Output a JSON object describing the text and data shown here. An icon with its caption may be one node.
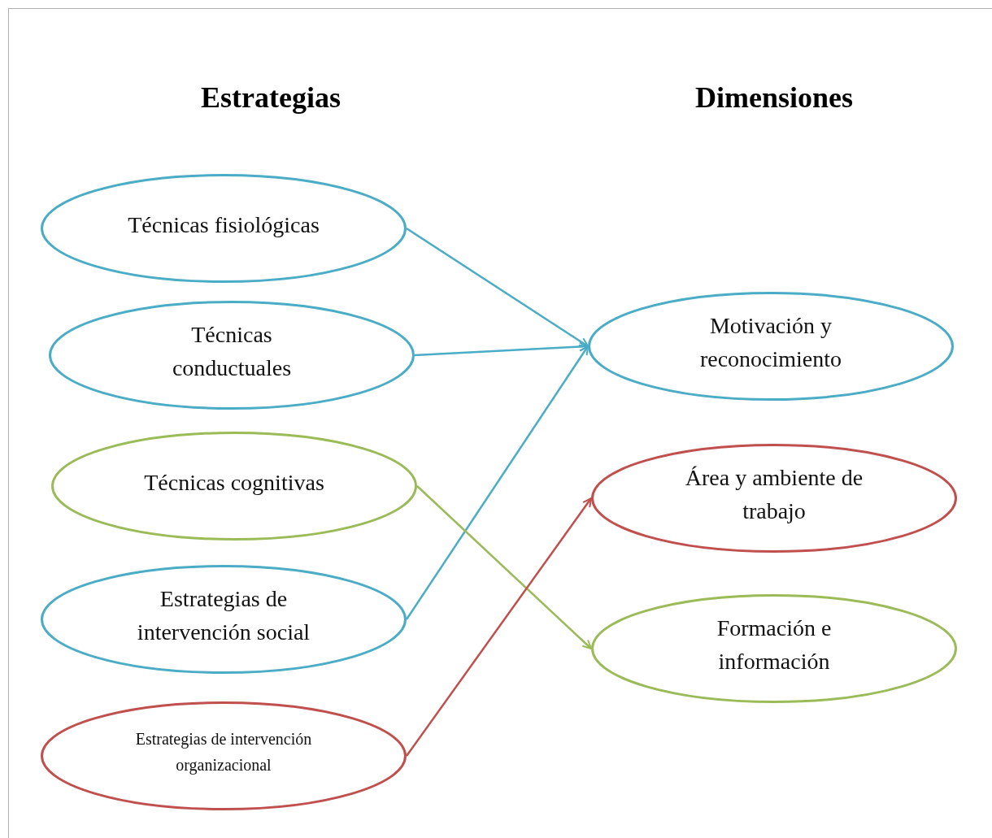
{
  "diagram": {
    "nodes": [
      {
        "text": [
          "Técnicas fisiológicas"
        ]
      },
      {
        "text": [
          "Técnicas conductuales"
        ]
      },
      {
        "text": [
          "Técnicas cognitivas"
        ]
      },
      {
        "text": [
          "Estrategias de intervención social"
        ]
      },
      {
        "text": [
          "Estrategias de intervención organizacional"
        ]
      },
      {
        "text": [
          "Motivación y reconocimiento"
        ]
      },
      {
        "text": [
          "Área y ambiente de trabajo"
        ]
      },
      {
        "text": [
          "Formación e información"
        ]
      }
    ],
    "edges": [
      {
        "from": 0,
        "to": 5,
        "arrow": "to"
      },
      {
        "from": 1,
        "to": 5,
        "arrow": "to"
      },
      {
        "from": 3,
        "to": 5,
        "arrow": "to"
      },
      {
        "from": 2,
        "to": 7,
        "arrow": "to",
        "color": "#9bbb59"
      },
      {
        "from": 4,
        "to": 6,
        "arrow": "to",
        "color": "#c0504d"
      }
    ],
    "labels": [
      "Estrategias",
      "Dimensiones"
    ]
  }
}
